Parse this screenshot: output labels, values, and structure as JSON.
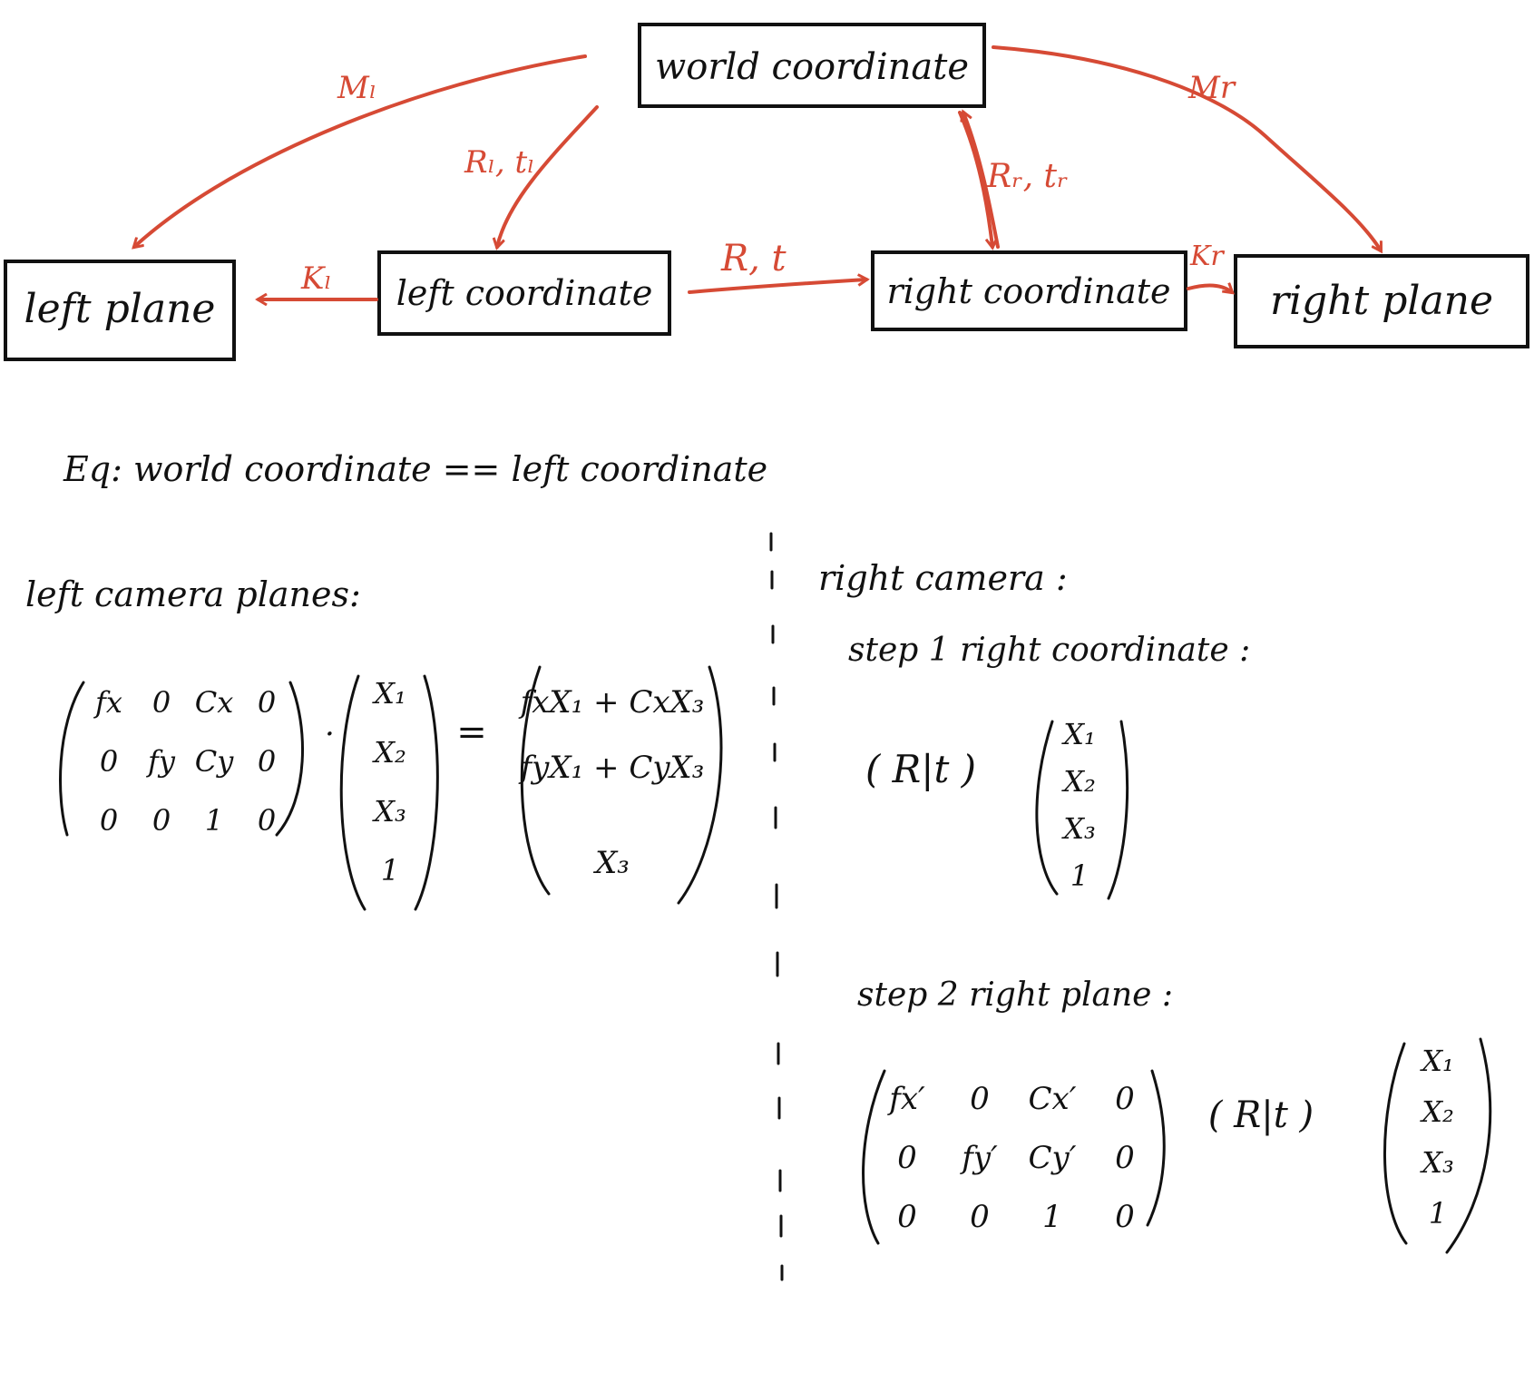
{
  "diagram": {
    "nodes": {
      "world": "world coordinate",
      "left_coord": "left coordinate",
      "right_coord": "right coordinate",
      "left_plane": "left plane",
      "right_plane": "right plane"
    },
    "edges": {
      "Ml": "Mₗ",
      "Rl_tl": "Rₗ, tₗ",
      "Kl": "Kₗ",
      "R_t": "R, t",
      "Rr_tr": "Rᵣ, tᵣ",
      "Mr": "Mr",
      "Kr": "Kr"
    },
    "colors": {
      "accent": "#d64a35",
      "ink": "#111111"
    }
  },
  "notes": {
    "eq": "Eq:  world  coordinate == left coordinate",
    "left_heading": "left  camera  planes:",
    "right_heading": "right  camera :",
    "step1": "step 1   right  coordinate :",
    "step2": "step 2   right  plane :"
  },
  "left_eq": {
    "matrix": [
      [
        "fx",
        "0",
        "Cx",
        "0"
      ],
      [
        "0",
        "fy",
        "Cy",
        "0"
      ],
      [
        "0",
        "0",
        "1",
        "0"
      ]
    ],
    "dot": "·",
    "vector": [
      "X₁",
      "X₂",
      "X₃",
      "1"
    ],
    "equals": "=",
    "result": [
      "fxX₁ + CxX₃",
      "fyX₁ + CyX₃",
      "X₃"
    ]
  },
  "step1_eq": {
    "rt": "( R|t )",
    "vector": [
      "X₁",
      "X₂",
      "X₃",
      "1"
    ]
  },
  "step2_eq": {
    "matrix": [
      [
        "fx′",
        "0",
        "Cx′",
        "0"
      ],
      [
        "0",
        "fy′",
        "Cy′",
        "0"
      ],
      [
        "0",
        "0",
        "1",
        "0"
      ]
    ],
    "rt": "( R|t )",
    "vector": [
      "X₁",
      "X₂",
      "X₃",
      "1"
    ]
  }
}
